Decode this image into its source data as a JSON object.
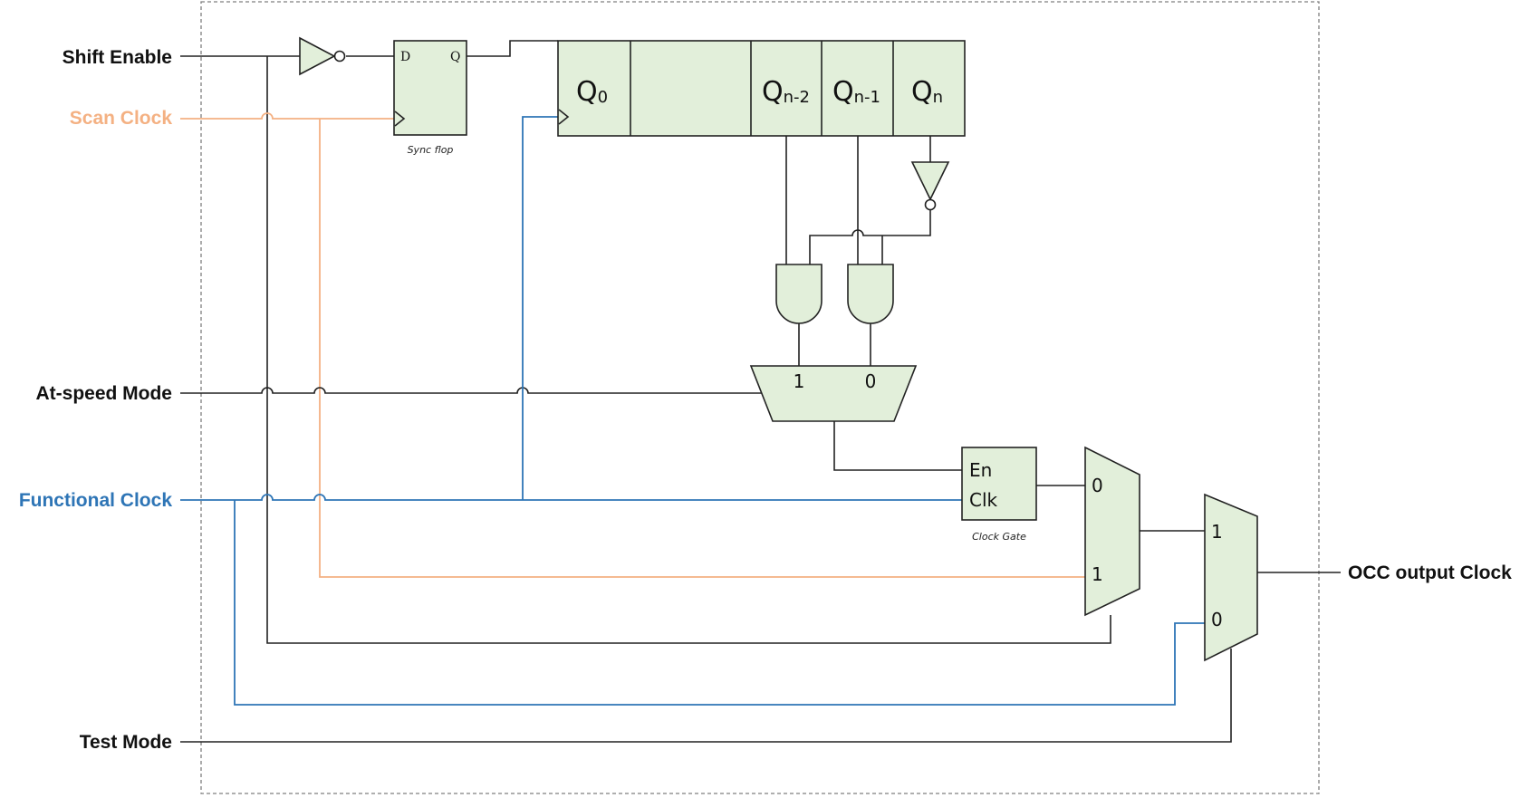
{
  "signals": {
    "shift_enable": "Shift Enable",
    "scan_clock": "Scan Clock",
    "at_speed_mode": "At-speed Mode",
    "functional_clock": "Functional Clock",
    "test_mode": "Test Mode",
    "occ_output_clock": "OCC output Clock"
  },
  "sync_flop": {
    "caption": "Sync flop",
    "d_pin": "D",
    "q_pin": "Q"
  },
  "shift_register": {
    "cells": [
      {
        "main": "Q",
        "sub": "0"
      },
      {
        "main": "",
        "sub": ""
      },
      {
        "main": "Q",
        "sub": "n-2"
      },
      {
        "main": "Q",
        "sub": "n-1"
      },
      {
        "main": "Q",
        "sub": "n"
      }
    ]
  },
  "mux_at_speed": {
    "in1": "1",
    "in0": "0"
  },
  "clock_gate": {
    "caption": "Clock Gate",
    "en_pin": "En",
    "clk_pin": "Clk"
  },
  "mux_shift": {
    "in0": "0",
    "in1": "1"
  },
  "mux_test": {
    "in1": "1",
    "in0": "0"
  },
  "colors": {
    "scan_clock": "#f4b183",
    "functional_clock": "#2e75b6",
    "wire": "#222222",
    "component_fill": "#e2efda"
  }
}
